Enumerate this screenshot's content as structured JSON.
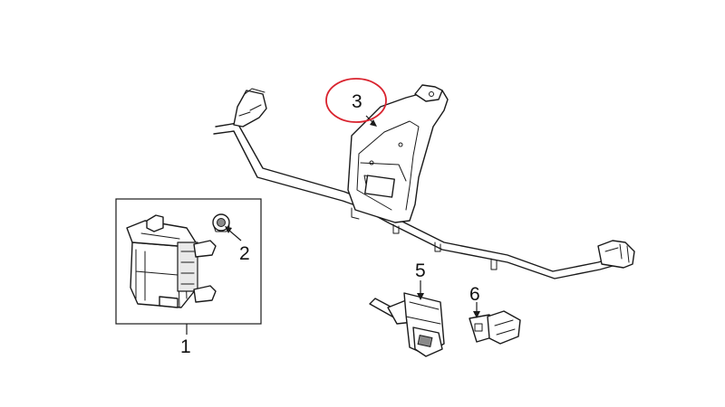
{
  "callouts": {
    "c1": "1",
    "c2": "2",
    "c3": "3",
    "c4": "5",
    "c5": "6"
  },
  "highlight": {
    "target": "3",
    "color": "#d9232e"
  },
  "line_color": "#1a1a1a"
}
